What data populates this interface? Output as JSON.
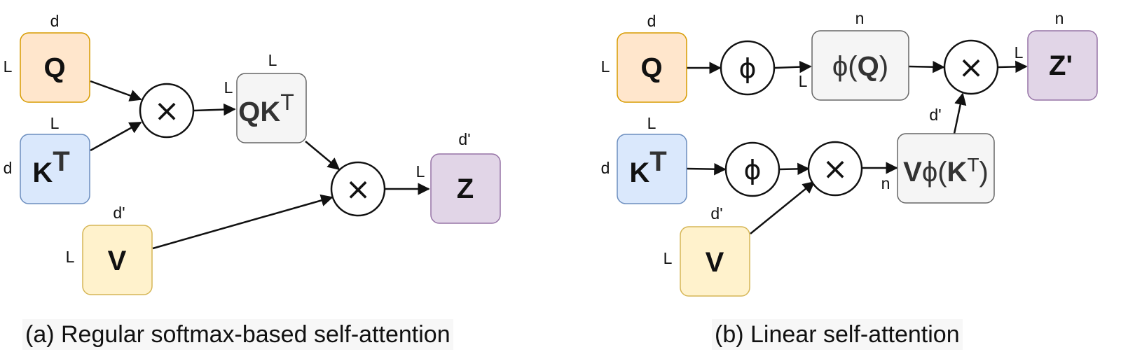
{
  "panel_a": {
    "caption": "(a) Regular softmax-based self-attention",
    "q_box": "Q",
    "kt_box": "K",
    "kt_sup": "T",
    "v_box": "V",
    "qkt_box": "QK",
    "qkt_sup": "T",
    "z_box": "Z",
    "dims": {
      "q_top": "d",
      "q_left": "L",
      "kt_top": "L",
      "kt_left": "d",
      "v_top": "d'",
      "v_left": "L",
      "qkt_top": "L",
      "qkt_left": "L",
      "z_top": "d'",
      "z_left": "L"
    },
    "multiply_symbol": "×"
  },
  "panel_b": {
    "caption": "(b) Linear self-attention",
    "q_box": "Q",
    "kt_box": "K",
    "kt_sup": "T",
    "v_box": "V",
    "phi_symbol": "ϕ",
    "phiq_box_prefix": "ϕ(",
    "phiq_box_q": "Q",
    "phiq_box_suffix": ")",
    "vphik_box_v": "V",
    "vphik_box_phi": "ϕ(",
    "vphik_box_k": "K",
    "vphik_box_sup": "T",
    "vphik_box_suffix": ")",
    "zprime_box": "Z'",
    "dims": {
      "q_top": "d",
      "q_left": "L",
      "kt_top": "L",
      "kt_left": "d",
      "v_top": "d'",
      "v_left": "L",
      "phiq_top": "n",
      "phiq_left": "L",
      "vphik_top": "d'",
      "vphik_left": "n",
      "zprime_top": "n",
      "zprime_left": "L"
    },
    "multiply_symbol": "×"
  },
  "colors": {
    "q_fill": "#ffe6cc",
    "q_stroke": "#d79b00",
    "k_fill": "#dae8fc",
    "k_stroke": "#6c8ebf",
    "v_fill": "#fff2cc",
    "v_stroke": "#d6b656",
    "z_fill": "#e1d5e7",
    "z_stroke": "#9673a6",
    "gray_fill": "#f5f5f5",
    "gray_stroke": "#666666"
  }
}
